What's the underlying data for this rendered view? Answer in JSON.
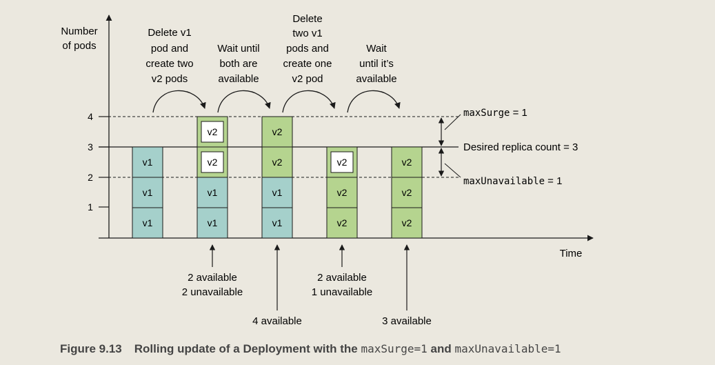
{
  "axes": {
    "y_label_lines": [
      "Number",
      "of pods"
    ],
    "x_label": "Time",
    "y_ticks": [
      "1",
      "2",
      "3",
      "4"
    ]
  },
  "annotations_top": [
    {
      "lines": [
        "Delete v1",
        "pod and",
        "create two",
        "v2 pods"
      ]
    },
    {
      "lines": [
        "Wait until",
        "both are",
        "available"
      ]
    },
    {
      "lines": [
        "Delete",
        "two v1",
        "pods and",
        "create one",
        "v2 pod"
      ]
    },
    {
      "lines": [
        "Wait",
        "until it’s",
        "available"
      ]
    }
  ],
  "right_labels": {
    "max_surge": {
      "code": "maxSurge",
      "rest": " = 1"
    },
    "desired": "Desired replica count = 3",
    "max_unavailable": {
      "code": "maxUnavailable",
      "rest": " = 1"
    }
  },
  "stacks": [
    {
      "pods": [
        {
          "label": "v1",
          "version": "v1",
          "ready": true
        },
        {
          "label": "v1",
          "version": "v1",
          "ready": true
        },
        {
          "label": "v1",
          "version": "v1",
          "ready": true
        }
      ]
    },
    {
      "pods": [
        {
          "label": "v1",
          "version": "v1",
          "ready": true
        },
        {
          "label": "v1",
          "version": "v1",
          "ready": true
        },
        {
          "label": "v2",
          "version": "v2",
          "ready": false
        },
        {
          "label": "v2",
          "version": "v2",
          "ready": false
        }
      ]
    },
    {
      "pods": [
        {
          "label": "v1",
          "version": "v1",
          "ready": true
        },
        {
          "label": "v1",
          "version": "v1",
          "ready": true
        },
        {
          "label": "v2",
          "version": "v2",
          "ready": true
        },
        {
          "label": "v2",
          "version": "v2",
          "ready": true
        }
      ]
    },
    {
      "pods": [
        {
          "label": "v2",
          "version": "v2",
          "ready": true
        },
        {
          "label": "v2",
          "version": "v2",
          "ready": true
        },
        {
          "label": "v2",
          "version": "v2",
          "ready": false
        }
      ]
    },
    {
      "pods": [
        {
          "label": "v2",
          "version": "v2",
          "ready": true
        },
        {
          "label": "v2",
          "version": "v2",
          "ready": true
        },
        {
          "label": "v2",
          "version": "v2",
          "ready": true
        }
      ]
    }
  ],
  "status_labels": [
    {
      "lines": [
        "2 available",
        "2 unavailable"
      ]
    },
    {
      "lines": [
        "4 available"
      ]
    },
    {
      "lines": [
        "2 available",
        "1 unavailable"
      ]
    },
    {
      "lines": [
        "3 available"
      ]
    }
  ],
  "caption": {
    "figure": "Figure 9.13",
    "text": "Rolling update of a Deployment with the",
    "code1": "maxSurge=1",
    "and": "and",
    "code2": "maxUnavailable=1"
  },
  "colors": {
    "v1": "#a5d0cb",
    "v2": "#b5d48f",
    "unready_fill": "#ffffff",
    "background": "#ebe8df"
  }
}
